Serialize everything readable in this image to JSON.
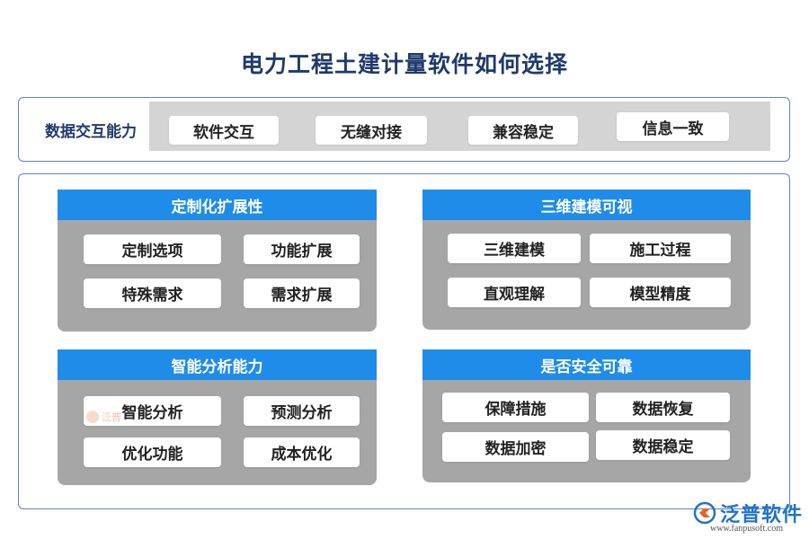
{
  "title": "电力工程土建计量软件如何选择",
  "top_row": {
    "label": "数据交互能力",
    "items": [
      "软件交互",
      "无缝对接",
      "兼容稳定",
      "信息一致"
    ]
  },
  "panels": [
    {
      "title": "定制化扩展性",
      "items": [
        "定制选项",
        "功能扩展",
        "特殊需求",
        "需求扩展"
      ]
    },
    {
      "title": "三维建模可视",
      "items": [
        "三维建模",
        "施工过程",
        "直观理解",
        "模型精度"
      ]
    },
    {
      "title": "智能分析能力",
      "items": [
        "智能分析",
        "预测分析",
        "优化功能",
        "成本优化"
      ]
    },
    {
      "title": "是否安全可靠",
      "items": [
        "保障措施",
        "数据恢复",
        "数据加密",
        "数据稳定"
      ]
    }
  ],
  "watermark": "泛普",
  "logo": {
    "name": "泛普软件",
    "url": "www.fanpusoft.com"
  },
  "colors": {
    "header_blue": "#1e8ce8",
    "title_navy": "#1f3a6b",
    "panel_gray": "#a6a6a6",
    "frame_blue": "#5b84c9"
  }
}
